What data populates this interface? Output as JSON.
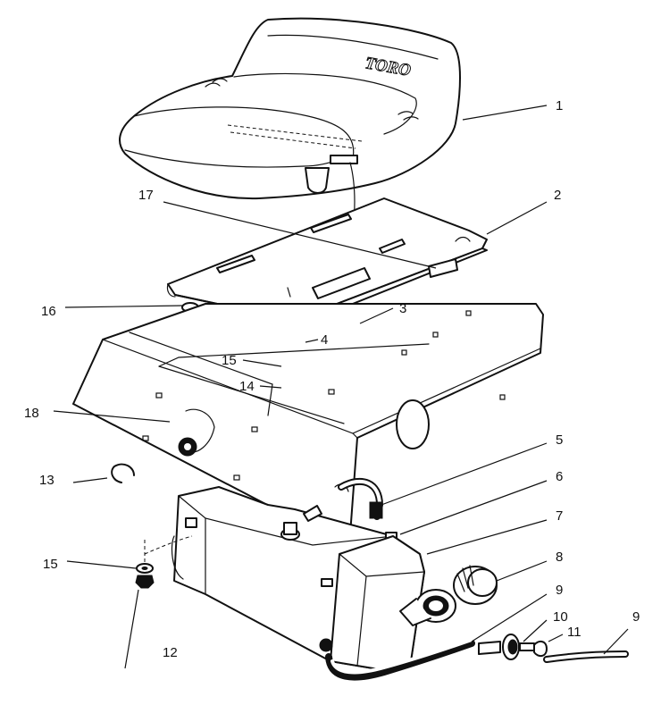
{
  "brand_text": "TORO",
  "callouts": {
    "c1": "1",
    "c2": "2",
    "c3": "3",
    "c4": "4",
    "c5": "5",
    "c6": "6",
    "c7": "7",
    "c8": "8",
    "c9a": "9",
    "c9b": "9",
    "c10": "10",
    "c11": "11",
    "c12": "12",
    "c13": "13",
    "c14": "14",
    "c15a": "15",
    "c15b": "15",
    "c16": "16",
    "c17": "17",
    "c18": "18"
  }
}
